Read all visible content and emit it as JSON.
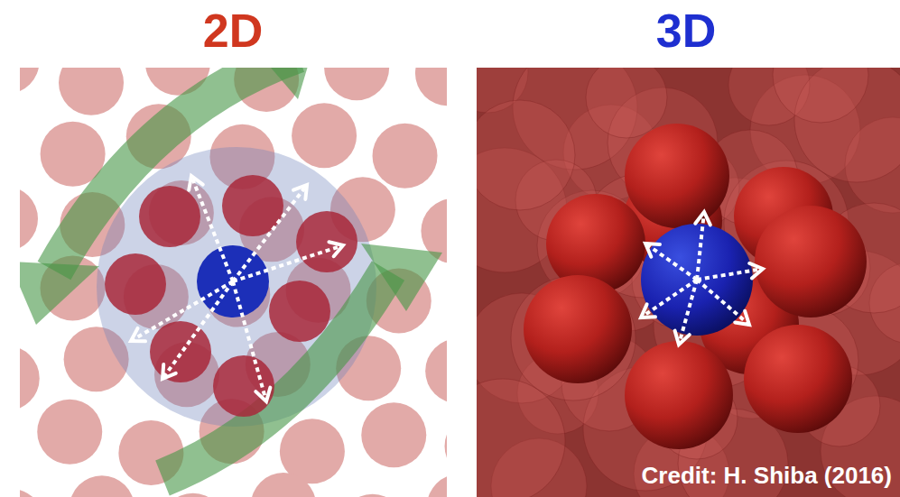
{
  "diagram": {
    "labels": [
      "2D",
      "3D",
      "Credit: H. Shiba (2016)"
    ]
  }
}
